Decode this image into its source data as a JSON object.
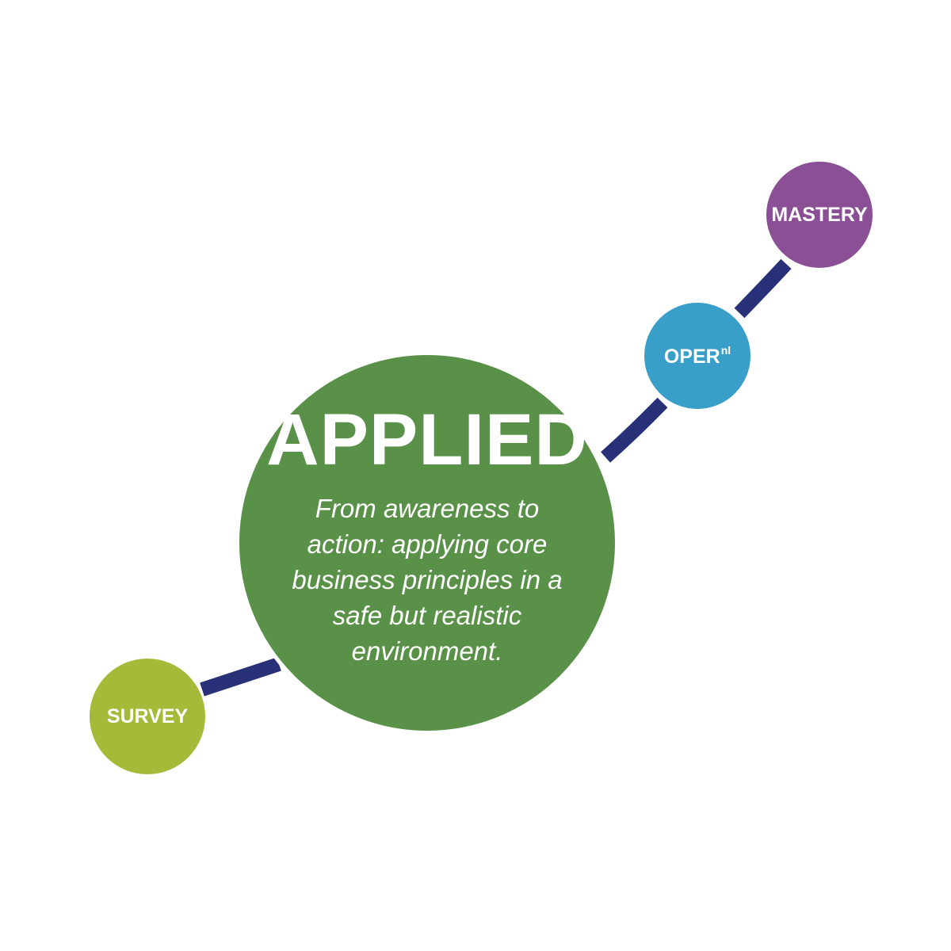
{
  "colors": {
    "connector": "#283178",
    "survey": "#a6ba3a",
    "applied": "#5a9148",
    "operational": "#399ec8",
    "mastery": "#8b4f96",
    "text": "#ffffff"
  },
  "stages": {
    "survey": {
      "label": "SURVEY"
    },
    "applied": {
      "label": "APPLIED",
      "description": "From awareness to action: applying core business principles in a safe but realistic environment."
    },
    "operational": {
      "label": "OPER",
      "superscript": "nl"
    },
    "mastery": {
      "label": "MASTERY"
    }
  }
}
